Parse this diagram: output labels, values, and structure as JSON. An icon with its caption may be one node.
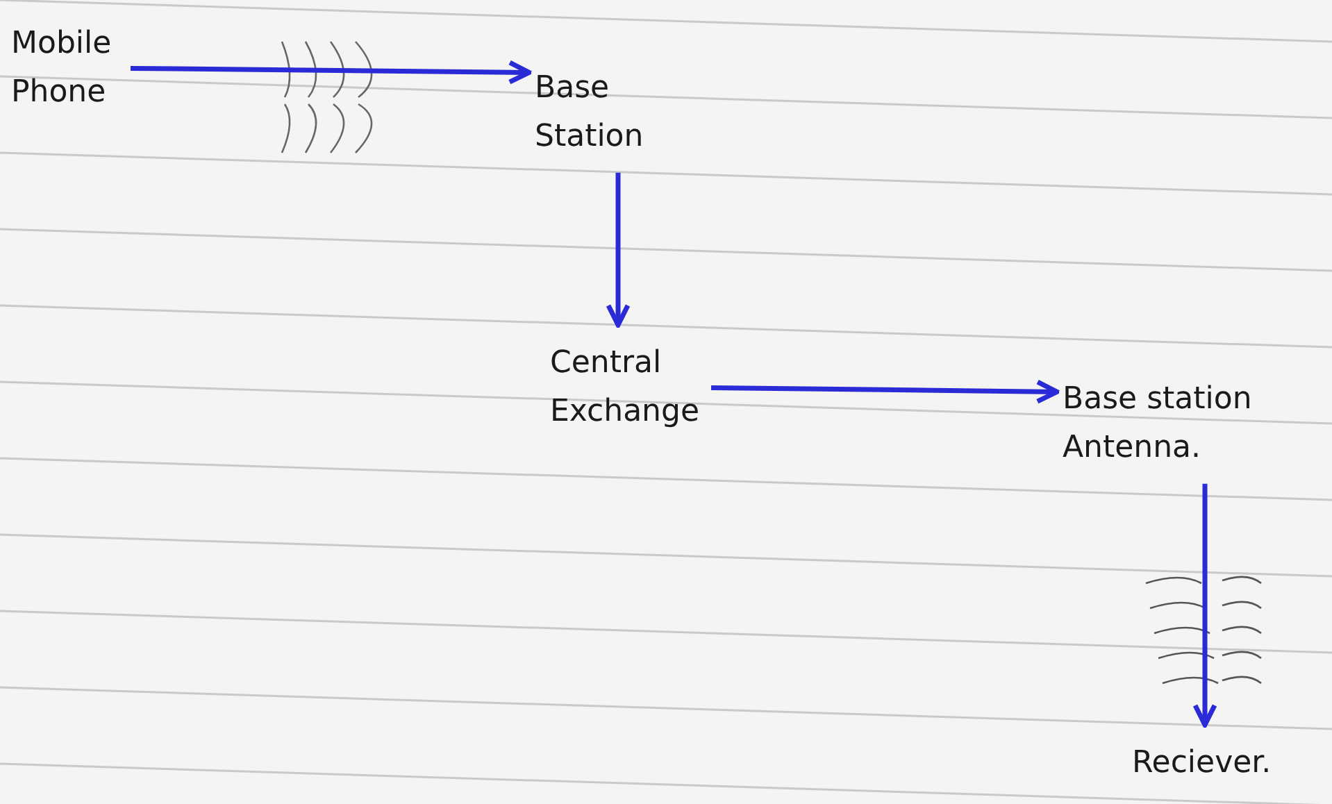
{
  "diagram": {
    "nodes": [
      {
        "text": [
          "Mobile Phone"
        ]
      },
      {
        "text": [
          "Base Station"
        ]
      },
      {
        "text": [
          "Central Exchange"
        ]
      },
      {
        "text": [
          "Base station Antenna."
        ]
      },
      {
        "text": [
          "Reciever."
        ]
      }
    ],
    "edges": [
      {
        "from": 0,
        "to": 1,
        "arrow": "to",
        "color": "#2a2ad6"
      },
      {
        "from": 1,
        "to": 2,
        "arrow": "to",
        "color": "#2a2ad6"
      },
      {
        "from": 2,
        "to": 3,
        "arrow": "to",
        "color": "#2a2ad6"
      },
      {
        "from": 3,
        "to": 4,
        "arrow": "to",
        "color": "#2a2ad6"
      }
    ]
  }
}
